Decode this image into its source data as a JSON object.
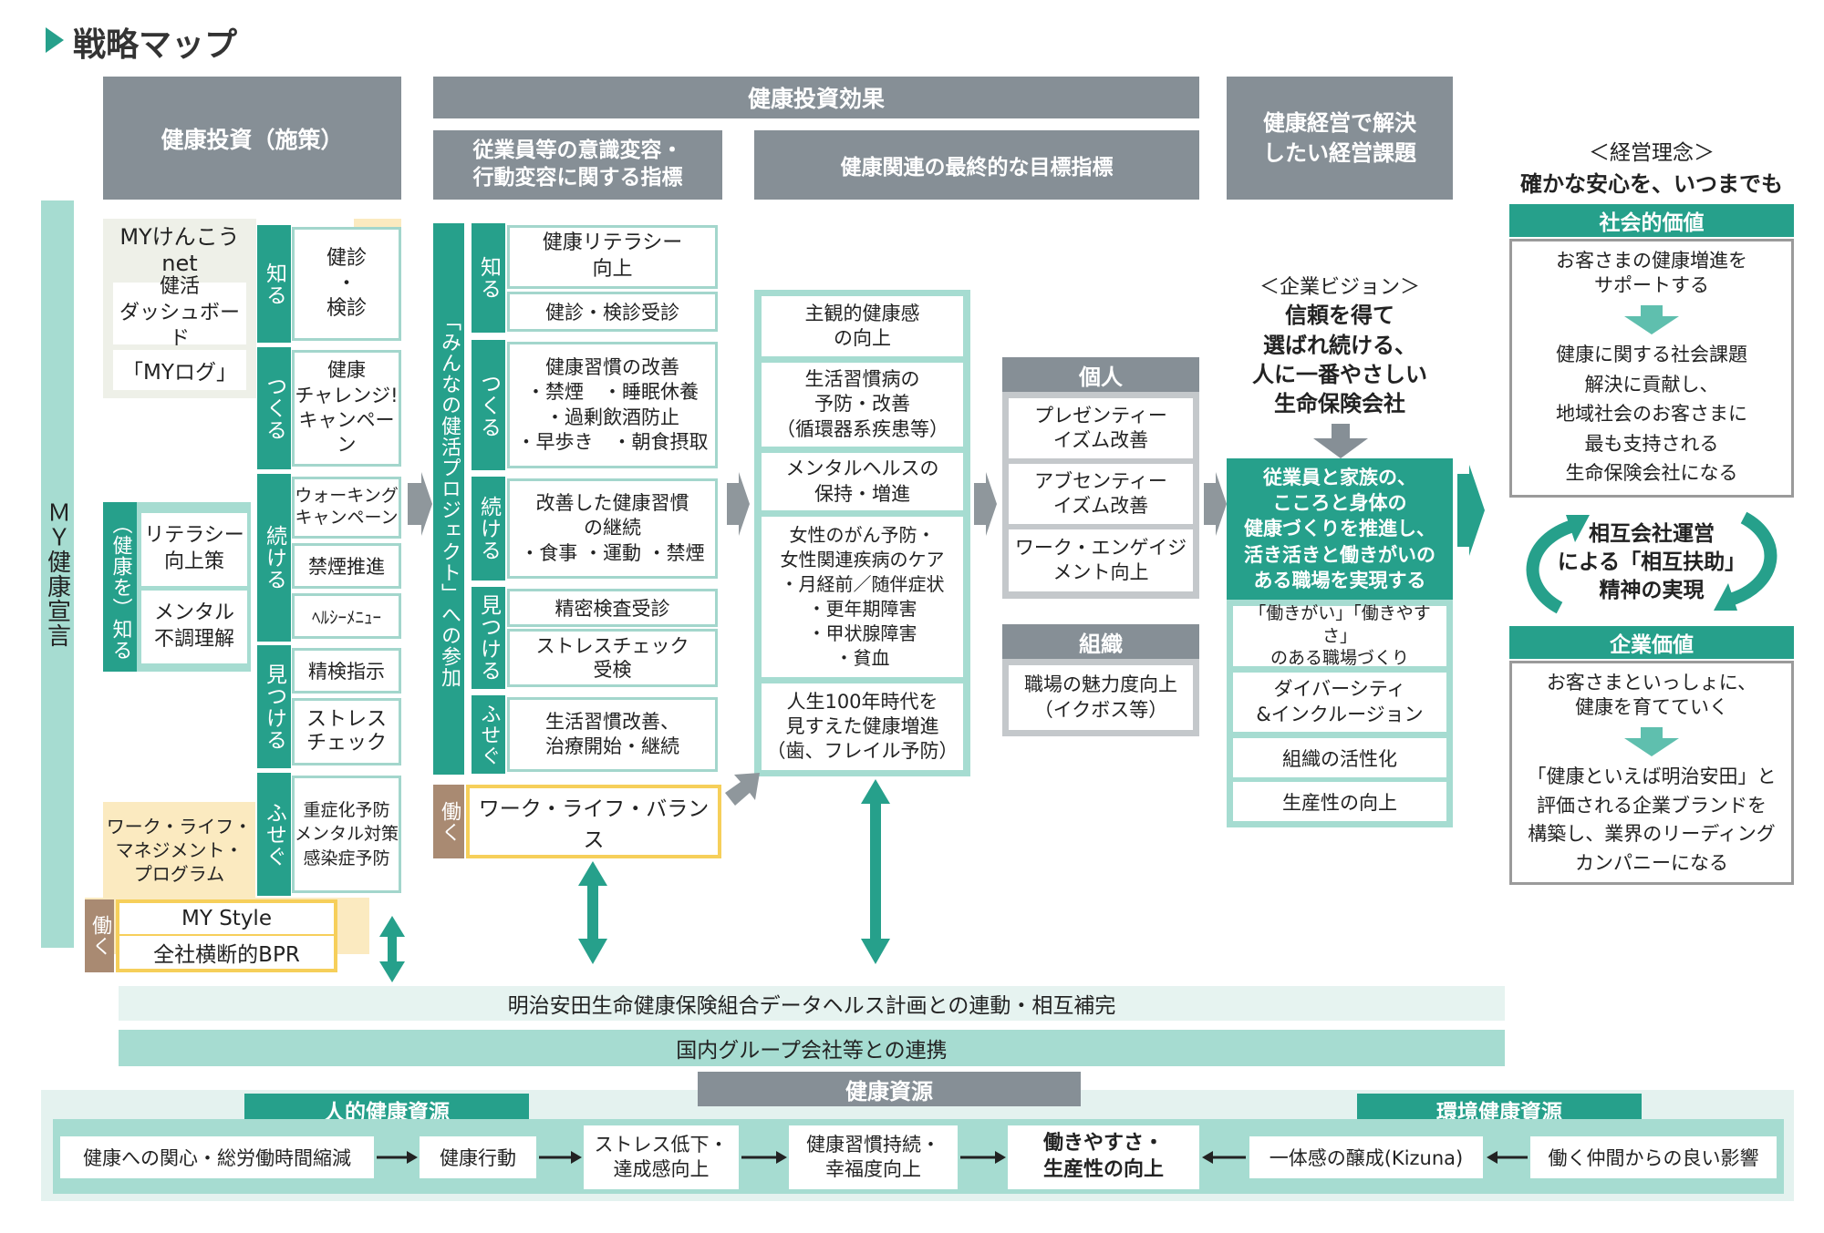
{
  "title": "戦略マップ",
  "headers": {
    "investment": "健康投資（施策）",
    "effect": "健康投資効果",
    "behavior": "従業員等の意識変容・\n行動変容に関する指標",
    "final": "健康関連の最終的な目標指標",
    "issue": "健康経営で解決\nしたい経営課題"
  },
  "sidebar": {
    "declaration": "ＭＹ健康宣言",
    "know_health": "（健康を）知る"
  },
  "tools": {
    "mykenkou": "MYけんこう\nnet",
    "dashboard": "健活\nダッシュボード",
    "mylog": "「MYログ」",
    "wlm": "ワーク・ライフ・\nマネジメント・\nプログラム"
  },
  "literacy_items": [
    "リテラシー\n向上策",
    "メンタル\n不調理解"
  ],
  "measures": {
    "labels": [
      "知る",
      "つくる",
      "続ける",
      "見つける",
      "ふせぐ"
    ],
    "shiru": "健診\n・\n検診",
    "tsukuru": "健康\nチャレンジ!\nキャンペーン",
    "tsuzukeru": [
      "ウォーキング\nキャンペーン",
      "禁煙推進",
      "ﾍﾙｼｰﾒﾆｭｰ"
    ],
    "mitsukeru": [
      "精検指示",
      "ストレス\nチェック"
    ],
    "fusegu": "重症化予防\nメンタル対策\n感染症予防"
  },
  "hataraku": {
    "label": "働く",
    "mystyle": "MY Style",
    "bpr": "全社横断的BPR"
  },
  "project": {
    "label": "「みんなの健活プロジェクト」への参加",
    "labels": [
      "知る",
      "つくる",
      "続ける",
      "見つける",
      "ふせぐ"
    ],
    "shiru": [
      "健康リテラシー\n向上",
      "健診・検診受診"
    ],
    "tsukuru": "健康習慣の改善\n・禁煙　・睡眠休養\n・過剰飲酒防止\n・早歩き　・朝食摂取",
    "tsuzukeru": "改善した健康習慣\nの継続\n・食事 ・運動 ・禁煙",
    "mitsukeru": [
      "精密検査受診",
      "ストレスチェック\n受検"
    ],
    "fusegu": "生活習慣改善、\n治療開始・継続",
    "hataraku_label": "働く",
    "wlb": "ワーク・ライフ・バランス"
  },
  "final_items": [
    "主観的健康感\nの向上",
    "生活習慣病の\n予防・改善\n（循環器系疾患等）",
    "メンタルヘルスの\n保持・増進",
    "女性のがん予防・\n女性関連疾病のケア\n・月経前／随伴症状\n・更年期障害\n・甲状腺障害\n・貧血",
    "人生100年時代を\n見すえた健康増進\n（歯、フレイル予防）"
  ],
  "individual": {
    "header": "個人",
    "items": [
      "プレゼンティー\nイズム改善",
      "アブセンティー\nイズム改善",
      "ワーク・エンゲイジ\nメント向上"
    ]
  },
  "organization": {
    "header": "組織",
    "item": "職場の魅力度向上\n（イクボス等）"
  },
  "vision": {
    "label": "＜企業ビジョン＞",
    "text": "信頼を得て\n選ばれ続ける、\n人に一番やさしい\n生命保険会社"
  },
  "issue_main": "従業員と家族の、\nこころと身体の\n健康づくりを推進し、\n活き活きと働きがいの\nある職場を実現する",
  "issue_items": [
    "「働きがい」「働きやすさ」\nのある職場づくり",
    "ダイバーシティ\n&インクルージョン",
    "組織の活性化",
    "生産性の向上"
  ],
  "philosophy": {
    "label": "＜経営理念＞",
    "text": "確かな安心を、いつまでも",
    "social_header": "社会的価値",
    "social_top": "お客さまの健康増進を\nサポートする",
    "social_bottom": "健康に関する社会課題\n解決に貢献し、\n地域社会のお客さまに\n最も支持される\n生命保険会社になる",
    "cycle": "相互会社運営\nによる「相互扶助」\n精神の実現",
    "corp_header": "企業価値",
    "corp_top": "お客さまといっしょに、\n健康を育てていく",
    "corp_bottom": "「健康といえば明治安田」と\n評価される企業ブランドを\n構築し、業界のリーディング\nカンパニーになる"
  },
  "bands": {
    "datahealth": "明治安田生命健康保険組合データヘルス計画との連動・相互補完",
    "group": "国内グループ会社等との連携"
  },
  "resources": {
    "header": "健康資源",
    "human": "人的健康資源",
    "env": "環境健康資源",
    "flow": [
      "健康への関心・総労働時間縮減",
      "健康行動",
      "ストレス低下・\n達成感向上",
      "健康習慣持続・\n幸福度向上",
      "働きやすさ・\n生産性の向上",
      "一体感の醸成(Kizuna)",
      "働く仲間からの良い影響"
    ]
  },
  "colors": {
    "teal": "#26a08b",
    "mint": "#a6dcd1",
    "gray": "#868f96",
    "yellow": "#f6cf5a"
  }
}
